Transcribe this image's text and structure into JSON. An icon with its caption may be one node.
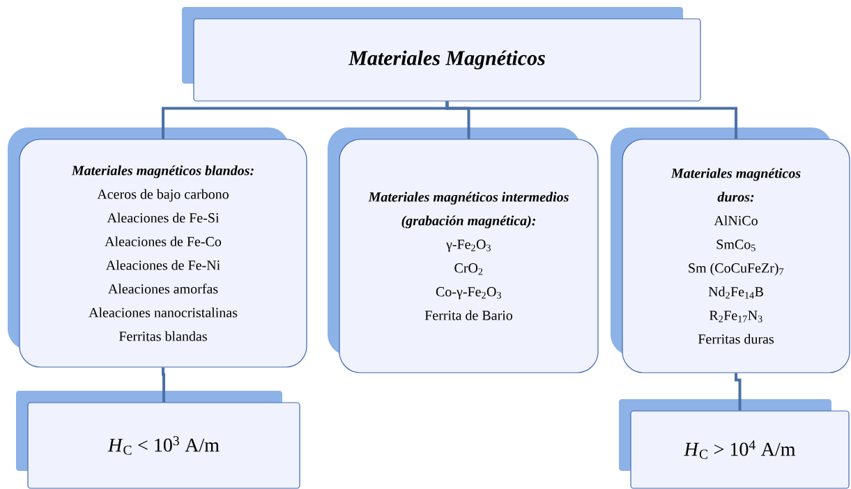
{
  "diagram": {
    "nodes": [
      {
        "text": [
          "Materiales Magnéticos"
        ]
      },
      {
        "text": [
          "Materiales magnéticos blandos:",
          "Aceros de bajo carbono",
          "Aleaciones de Fe-Si",
          "Aleaciones de Fe-Co",
          "Aleaciones de Fe-Ni",
          "Aleaciones amorfas",
          "Aleaciones nanocristalinas",
          "Ferritas blandas"
        ]
      },
      {
        "text": [
          "Materiales magnéticos intermedios (grabación magnética):",
          "γ-Fe$_{2}$O$_{3}$",
          "CrO$_{2}$",
          "Co-γ-Fe$_{2}$O$_{3}$",
          "Ferrita de Bario"
        ]
      },
      {
        "text": [
          "Materiales magnéticos duros:",
          "AlNiCo",
          "SmCo$_{5}$",
          "Sm (CoCuFeZr)$_{7}$",
          "Nd$_{2}$Fe$_{14}$B",
          "R$_{2}$Fe$_{17}$N$_{3}$",
          "Ferritas duras"
        ]
      },
      {
        "text": [
          "*H*$_{C}$ < 10$^{3}$ A/m"
        ]
      },
      {
        "text": [
          "*H*$_{C}$ > 10$^{4}$ A/m"
        ]
      }
    ],
    "edges": [
      {
        "from": 0,
        "to": 1,
        "arrow": "none"
      },
      {
        "from": 0,
        "to": 2,
        "arrow": "none"
      },
      {
        "from": 0,
        "to": 3,
        "arrow": "none"
      },
      {
        "from": 1,
        "to": 4,
        "arrow": "none"
      },
      {
        "from": 3,
        "to": 5,
        "arrow": "none"
      }
    ]
  }
}
